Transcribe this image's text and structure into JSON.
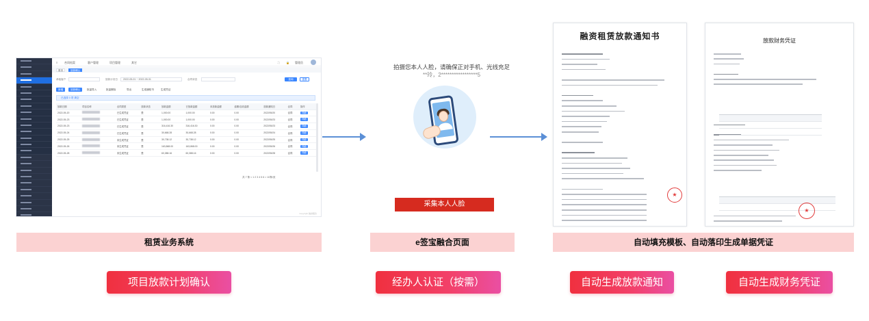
{
  "admin": {
    "sidebar_count": 30,
    "top": {
      "menu1": "合同档案",
      "menu2": "客户管理",
      "menu3": "项目管理",
      "menu4": "其它",
      "user": "管理员"
    },
    "tabs": [
      "首页",
      "放款确认"
    ],
    "filter": {
      "label1": "承租客户",
      "label2": "放款计划日",
      "date_from": "2022-05-01",
      "date_to": "2022-05-31",
      "label3": "合同状态",
      "search": "查询",
      "reset": "重置"
    },
    "actions": [
      "新增",
      "放款确认",
      "批量导入",
      "批量删除",
      "导出",
      "生成通知书",
      "生成凭证"
    ],
    "info": "已选择 0 项  清空",
    "columns": [
      "放款日期",
      "项目名称",
      "合同类型",
      "放款状态",
      "放款金额",
      "已放款金额",
      "未放款金额",
      "逾期/应收金额",
      "放款通知日",
      "合同",
      "操作"
    ],
    "rows": [
      [
        "2022-05-20",
        "",
        "已生成凭证",
        "是",
        "1,000.00",
        "1,000.00",
        "0.00",
        "0.00",
        "2022/05/20",
        "合同",
        "详细"
      ],
      [
        "2022-05-23",
        "",
        "已生成凭证",
        "是",
        "1,000.00",
        "1,000.00",
        "0.00",
        "0.00",
        "2022/05/23",
        "合同",
        "详细"
      ],
      [
        "2022-05-23",
        "",
        "已生成凭证",
        "是",
        "316,416.30",
        "316,416.30",
        "0.00",
        "0.00",
        "2022/05/23",
        "合同",
        "详细"
      ],
      [
        "2022-05-24",
        "",
        "已生成凭证",
        "是",
        "30,668.28",
        "30,668.28",
        "0.00",
        "0.00",
        "2022/05/24",
        "合同",
        "详细"
      ],
      [
        "2022-05-25",
        "",
        "未生成凭证",
        "是",
        "30,738.12",
        "30,738.12",
        "0.00",
        "0.00",
        "2022/05/25",
        "合同",
        "详细"
      ],
      [
        "2022-05-26",
        "",
        "未生成凭证",
        "是",
        "163,868.00",
        "163,868.00",
        "0.00",
        "0.00",
        "2022/05/26",
        "合同",
        "详细"
      ],
      [
        "2022-05-28",
        "",
        "未生成凭证",
        "是",
        "60,388.16",
        "60,388.16",
        "0.00",
        "0.00",
        "2022/05/28",
        "合同",
        "详细"
      ]
    ],
    "pager": "共 7 条  < 1 2 3 4 5 6 >  10条/页",
    "footer": "Copyright 融资租赁"
  },
  "esign": {
    "hint": "拍摄您本人人脸，请确保正对手机、光线充足",
    "masked_name": "**玲，2*****************5",
    "collect_button": "采集本人人脸"
  },
  "doc1": {
    "title": "融资租赁放款通知书",
    "line_rows": 36,
    "stamp": "★"
  },
  "doc2": {
    "title": "放款财务凭证",
    "stamp": "★"
  },
  "captions": {
    "band1": "租赁业务系统",
    "band2": "e签宝融合页面",
    "band3": "自动填充模板、自动落印生成单据凭证"
  },
  "buttons": {
    "b1": "项目放款计划确认",
    "b2": "经办人认证（按需）",
    "b3": "自动生成放款通知",
    "b4": "自动生成财务凭证"
  },
  "colors": {
    "accent": "#3a86ff",
    "sidebar": "#2b3447",
    "band": "#fbd2d2",
    "red": "#d62b1f"
  }
}
